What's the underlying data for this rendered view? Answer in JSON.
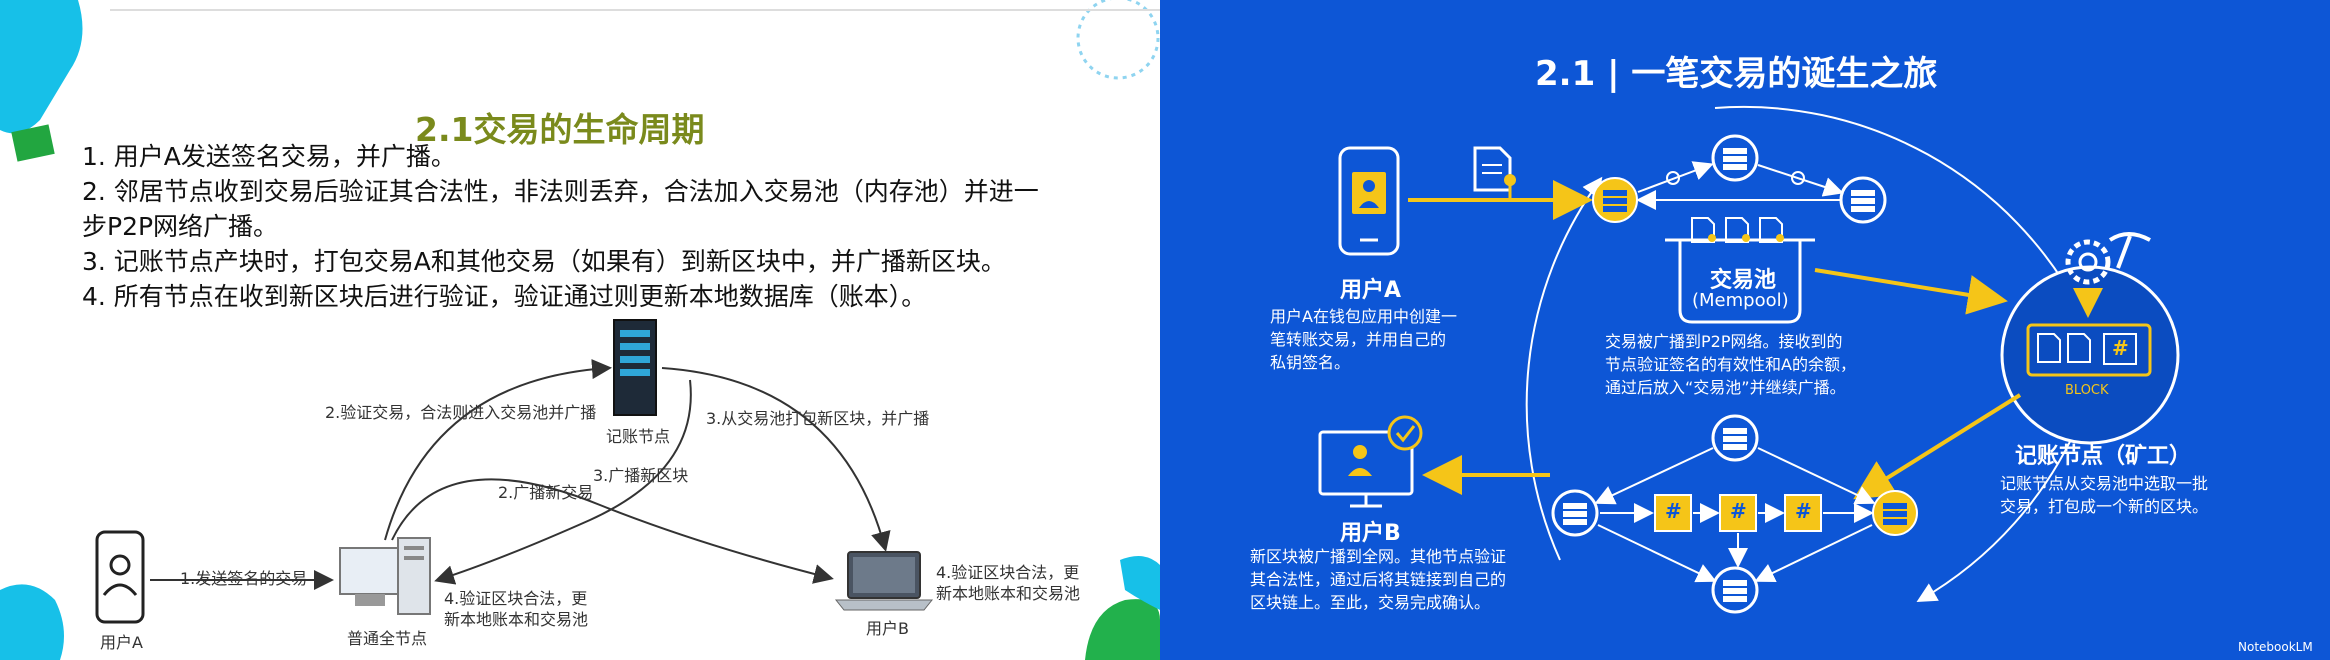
{
  "left": {
    "title": "2.1交易的生命周期",
    "steps": [
      "1. 用户A发送签名交易，并广播。",
      "2. 邻居节点收到交易后验证其合法性，非法则丢弃，合法加入交易池（内存池）并进一",
      "步P2P网络广播。",
      "3. 记账节点产块时，打包交易A和其他交易（如果有）到新区块中，并广播新区块。",
      "4. 所有节点在收到新区块后进行验证，验证通过则更新本地数据库（账本）。"
    ],
    "diagram": {
      "user_a": "用户A",
      "full_node": "普通全节点",
      "miner": "记账节点",
      "user_b": "用户B",
      "edge_send": "1.发送签名的交易",
      "edge_verify": "2.验证交易，合法则进入交易池并广播",
      "edge_pack": "3.从交易池打包新区块，并广播",
      "edge_broadcast_tx": "2.广播新交易",
      "edge_broadcast_block": "3.广播新区块",
      "edge_verify_block_line1": "4.验证区块合法，更",
      "edge_verify_block_line2": "新本地账本和交易池",
      "userb_verify_line1": "4.验证区块合法，更",
      "userb_verify_line2": "新本地账本和交易池"
    }
  },
  "right": {
    "title": "2.1 | 一笔交易的诞生之旅",
    "user_a": {
      "title": "用户A",
      "desc": [
        "用户A在钱包应用中创建一",
        "笔转账交易，并用自己的",
        "私钥签名。"
      ]
    },
    "mempool": {
      "title": "交易池",
      "subtitle": "(Mempool)",
      "desc": [
        "交易被广播到P2P网络。接收到的",
        "节点验证签名的有效性和A的余额，",
        "通过后放入“交易池”并继续广播。"
      ]
    },
    "miner": {
      "block_label": "BLOCK",
      "block_symbol": "#",
      "title": "记账节点（矿工）",
      "desc": [
        "记账节点从交易池中选取一批",
        "交易，打包成一个新的区块。"
      ]
    },
    "user_b": {
      "title": "用户B",
      "desc": [
        "新区块被广播到全网。其他节点验证",
        "其合法性，通过后将其链接到自己的",
        "区块链上。至此，交易完成确认。"
      ]
    },
    "chain_symbols": [
      "#",
      "#",
      "#"
    ],
    "watermark": "NotebookLM"
  },
  "colors": {
    "accent_yellow": "#f5c518",
    "bg_blue": "#0d56d6",
    "title_olive": "#7a8a1c"
  }
}
